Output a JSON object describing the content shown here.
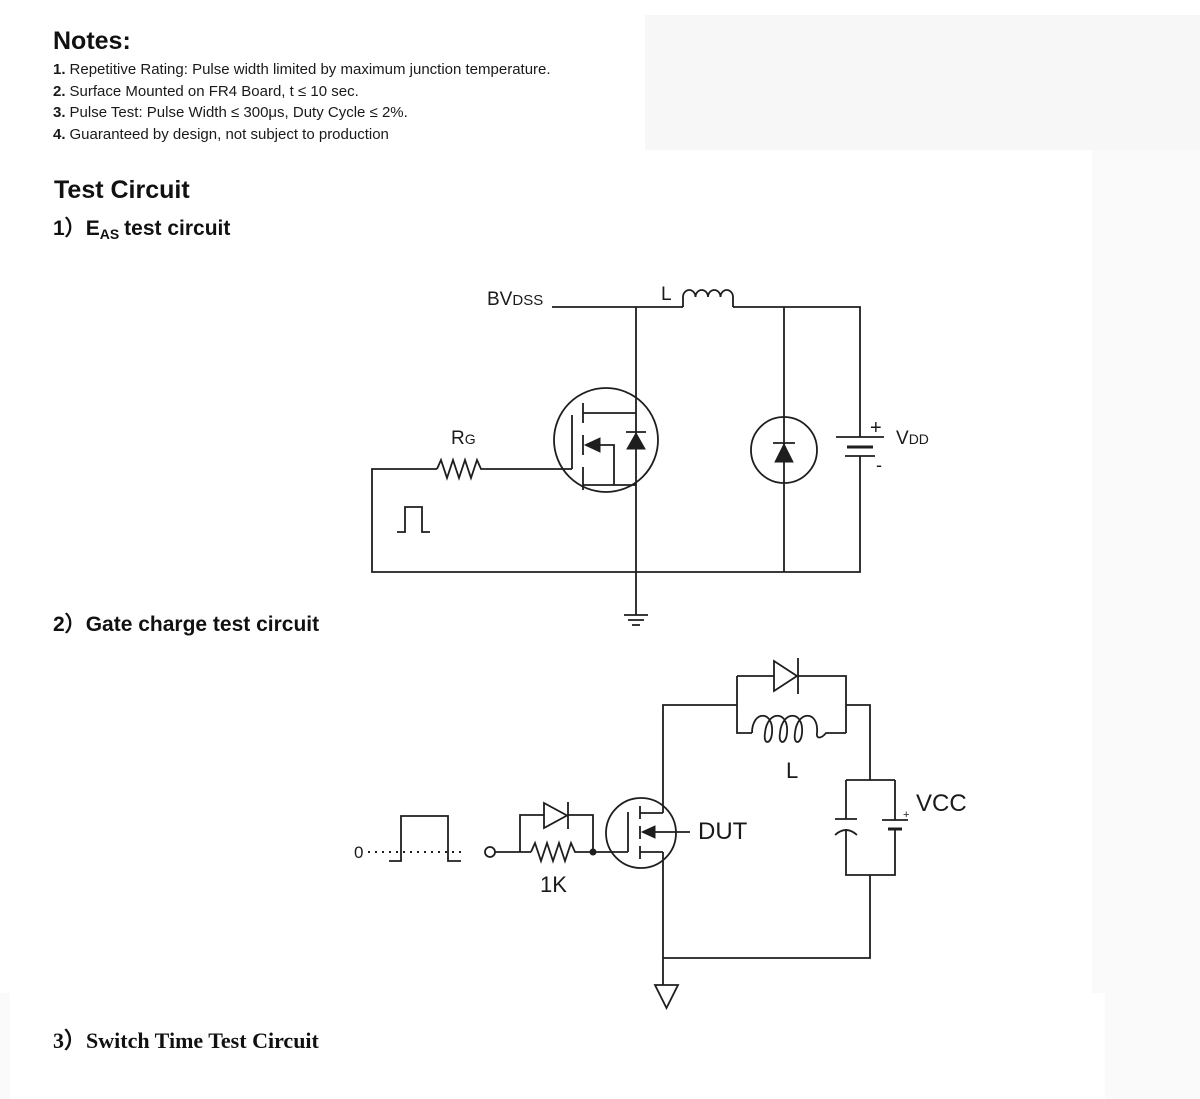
{
  "notes": {
    "heading": "Notes:",
    "items": [
      {
        "num": "1.",
        "text": "Repetitive Rating: Pulse width limited by maximum junction temperature."
      },
      {
        "num": "2.",
        "text": "Surface Mounted on FR4 Board, t ≤ 10 sec."
      },
      {
        "num": "3.",
        "text": "Pulse Test: Pulse Width ≤ 300μs, Duty Cycle ≤ 2%."
      },
      {
        "num": "4.",
        "text": "Guaranteed by design, not subject to production"
      }
    ]
  },
  "test_circuit": {
    "heading": "Test Circuit"
  },
  "sections": {
    "eas": {
      "prefix": "1）",
      "main": "E",
      "sub": "AS",
      "rest": "test circuit"
    },
    "gate_charge": {
      "prefix": "2）",
      "label": "Gate charge test circuit"
    },
    "switch_time": {
      "prefix": "3）",
      "label": "Switch Time Test Circuit"
    }
  },
  "eas_circuit": {
    "bvdss": {
      "main": "BV",
      "sub": "DSS"
    },
    "inductor_label": "L",
    "rg": {
      "main": "R",
      "sub": "G"
    },
    "vdd": {
      "main": "V",
      "sub": "DD"
    },
    "plus": "+",
    "minus": "-"
  },
  "gate_charge_circuit": {
    "input_label": "0",
    "resistor_label": "1K",
    "dut_label": "DUT",
    "inductor_label": "L",
    "supply_label": "VCC",
    "battery_plus": "+"
  }
}
